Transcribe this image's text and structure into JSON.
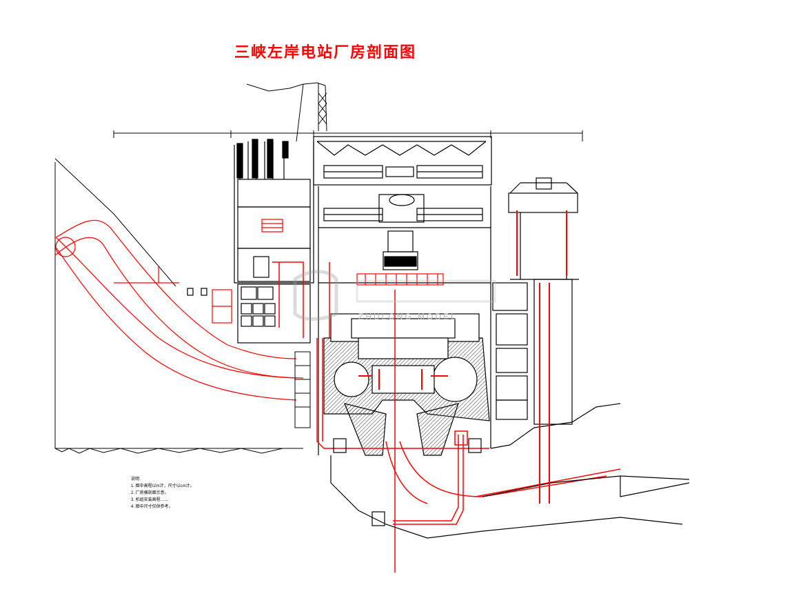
{
  "title": "三峡左岸电站厂房剖面图",
  "notes": {
    "heading": "说明:",
    "lines": [
      "1. 图中高程以m计，尺寸以cm计。",
      "2. 厂房横剖面示意。",
      "3. 机组安装高程……",
      "4. 图中尺寸仅供参考。"
    ]
  },
  "watermark": {
    "text": "ZHULONG MODEL",
    "description": "logo watermark"
  },
  "colors": {
    "line_black": "#000000",
    "line_red": "#ff0000",
    "fill_hatch": "#9a9a9a",
    "background": "#ffffff"
  }
}
